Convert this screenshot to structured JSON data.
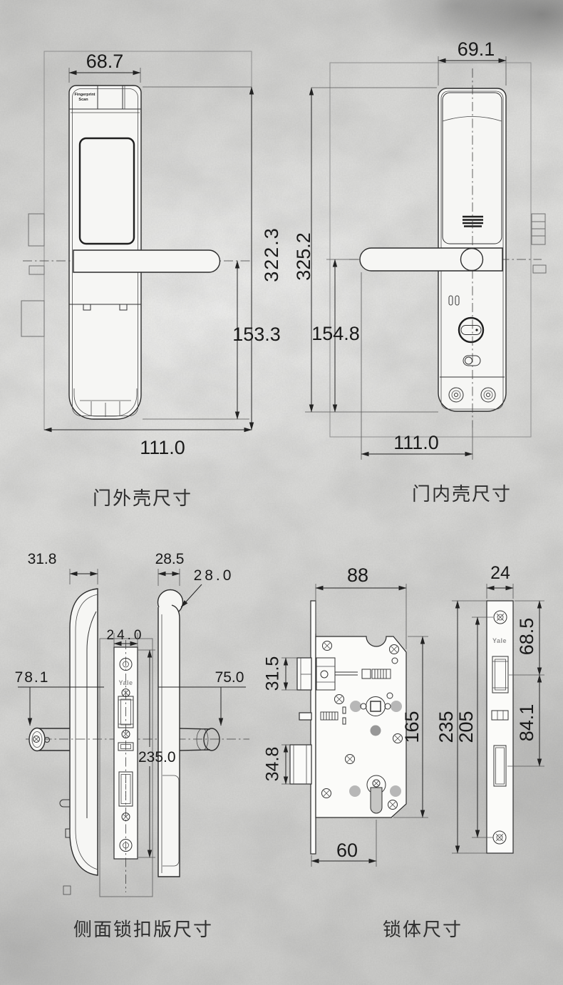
{
  "panels": {
    "outer_front": {
      "caption": "门外壳尺寸",
      "sensor_label_line1": "Fingerprint",
      "sensor_label_line2": "Scan",
      "dims": {
        "top_width": "68.7",
        "total_height": "322.3",
        "handle_to_bottom": "153.3",
        "overall_width": "111.0"
      }
    },
    "inner_front": {
      "caption": "门内壳尺寸",
      "dims": {
        "top_width": "69.1",
        "total_height": "325.2",
        "handle_to_bottom": "154.8",
        "overall_width": "111.0"
      }
    },
    "side_strike": {
      "caption": "侧面锁扣版尺寸",
      "plate_brand": "Yale",
      "dims": {
        "outer_unit_depth": "31.8",
        "inner_unit_depth": "28.5",
        "handle_diameter": "28.0",
        "plate_width": "24.0",
        "outer_handle_length": "78.1",
        "inner_handle_length": "75.0",
        "plate_height": "235.0"
      }
    },
    "lock_body": {
      "caption": "锁体尺寸",
      "faceplate_brand": "Yale",
      "dims": {
        "body_width": "88",
        "faceplate_width": "24",
        "latch_bolt_height": "31.5",
        "deadbolt_height": "34.8",
        "body_height": "165",
        "faceplate_height": "235",
        "screw_spacing": "205",
        "top_to_latch_center": "68.5",
        "latch_to_deadbolt": "84.1",
        "backset": "60"
      }
    }
  }
}
